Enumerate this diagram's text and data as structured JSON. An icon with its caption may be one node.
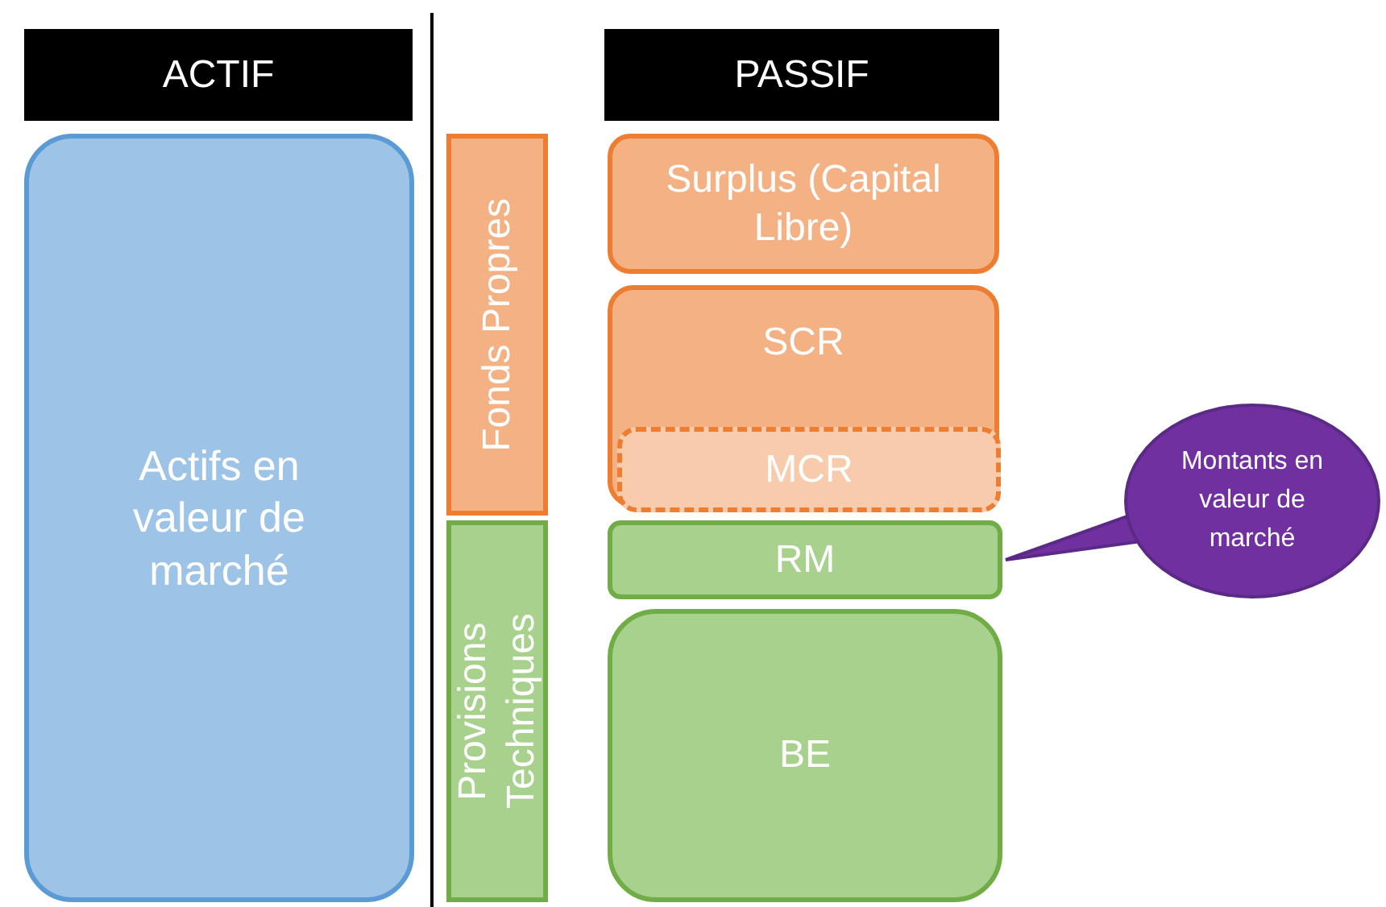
{
  "diagram": {
    "nodes": [
      {
        "text": [
          "ACTIF"
        ]
      },
      {
        "text": [
          "Actifs en valeur de marché"
        ]
      },
      {
        "text": [
          "PASSIF"
        ]
      },
      {
        "text": [
          "Fonds Propres"
        ]
      },
      {
        "text": [
          "Surplus (Capital Libre)"
        ]
      },
      {
        "text": [
          "SCR"
        ]
      },
      {
        "text": [
          "MCR"
        ],
        "in": 5
      },
      {
        "text": [
          "Provisions Techniques"
        ]
      },
      {
        "text": [
          "RM"
        ]
      },
      {
        "text": [
          "BE"
        ]
      },
      {
        "text": [
          "Montants en valeur de marché"
        ]
      }
    ],
    "edges": [
      {
        "from": 10,
        "to": 8,
        "arrow": "none"
      }
    ]
  }
}
